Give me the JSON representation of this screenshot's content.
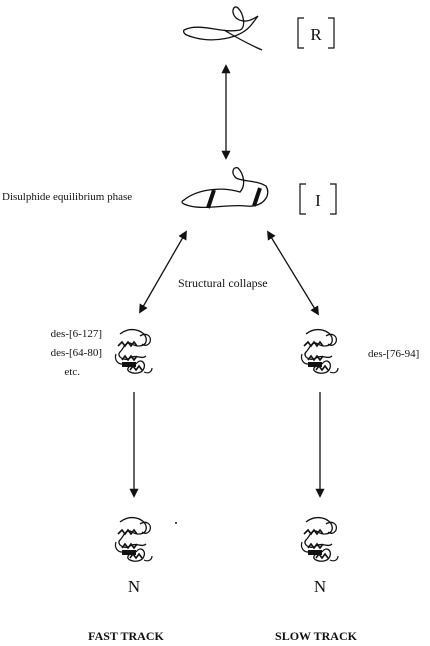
{
  "states": {
    "r_label": "R",
    "i_label": "I"
  },
  "phase_label": "Disulphide equilibrium phase",
  "collapse_label": "Structural collapse",
  "fast": {
    "variants": [
      "des-[6-127]",
      "des-[64-80]",
      "etc."
    ],
    "native": "N",
    "track": "FAST TRACK"
  },
  "slow": {
    "variants": [
      "des-[76-94]"
    ],
    "native": "N",
    "track": "SLOW TRACK"
  },
  "colors": {
    "ink": "#111111",
    "background": "#ffffff"
  },
  "icons": [
    "unfolded-chain-icon",
    "partially-folded-chain-icon",
    "folded-protein-icon"
  ]
}
